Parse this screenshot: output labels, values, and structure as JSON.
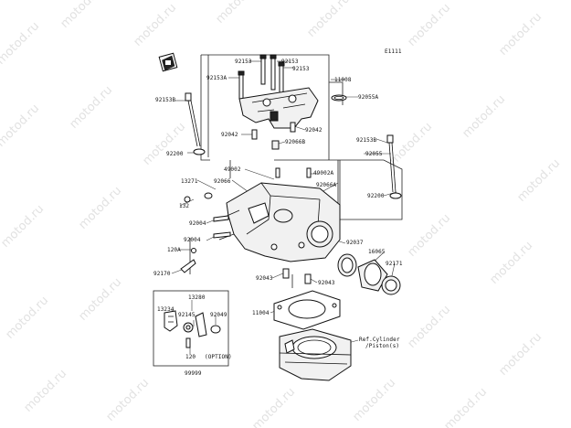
{
  "diagram_id": "E1111",
  "watermark_text": "motod.ru",
  "labels": [
    {
      "id": "92153-a",
      "text": "92153"
    },
    {
      "id": "92153-b",
      "text": "92153"
    },
    {
      "id": "92153-c",
      "text": "92153"
    },
    {
      "id": "92153A",
      "text": "92153A"
    },
    {
      "id": "11008",
      "text": "11008"
    },
    {
      "id": "92153B-left",
      "text": "92153B"
    },
    {
      "id": "92055A",
      "text": "92055A"
    },
    {
      "id": "92042-left",
      "text": "92042"
    },
    {
      "id": "92042-right",
      "text": "92042"
    },
    {
      "id": "92066B",
      "text": "92066B"
    },
    {
      "id": "92200-left",
      "text": "92200"
    },
    {
      "id": "92153B-right",
      "text": "92153B"
    },
    {
      "id": "92055",
      "text": "92055"
    },
    {
      "id": "49002",
      "text": "49002"
    },
    {
      "id": "49002A",
      "text": "49002A"
    },
    {
      "id": "13271",
      "text": "13271"
    },
    {
      "id": "92066",
      "text": "92066"
    },
    {
      "id": "92066A",
      "text": "92066A"
    },
    {
      "id": "92200-right",
      "text": "92200"
    },
    {
      "id": "132",
      "text": "132"
    },
    {
      "id": "92004-a",
      "text": "92004"
    },
    {
      "id": "92004-b",
      "text": "92004"
    },
    {
      "id": "92037",
      "text": "92037"
    },
    {
      "id": "16065",
      "text": "16065"
    },
    {
      "id": "120A",
      "text": "120A"
    },
    {
      "id": "92171",
      "text": "92171"
    },
    {
      "id": "92170",
      "text": "92170"
    },
    {
      "id": "92043-left",
      "text": "92043"
    },
    {
      "id": "92043-right",
      "text": "92043"
    },
    {
      "id": "13280",
      "text": "13280"
    },
    {
      "id": "11004",
      "text": "11004"
    },
    {
      "id": "13234",
      "text": "13234"
    },
    {
      "id": "92145",
      "text": "92145"
    },
    {
      "id": "92049",
      "text": "92049"
    },
    {
      "id": "ref-cylinder",
      "text": "Ref.Cylinder"
    },
    {
      "id": "ref-piston",
      "text": "/Piston(s)"
    },
    {
      "id": "120",
      "text": "120"
    },
    {
      "id": "option",
      "text": "(OPTION)"
    },
    {
      "id": "99999",
      "text": "99999"
    }
  ]
}
